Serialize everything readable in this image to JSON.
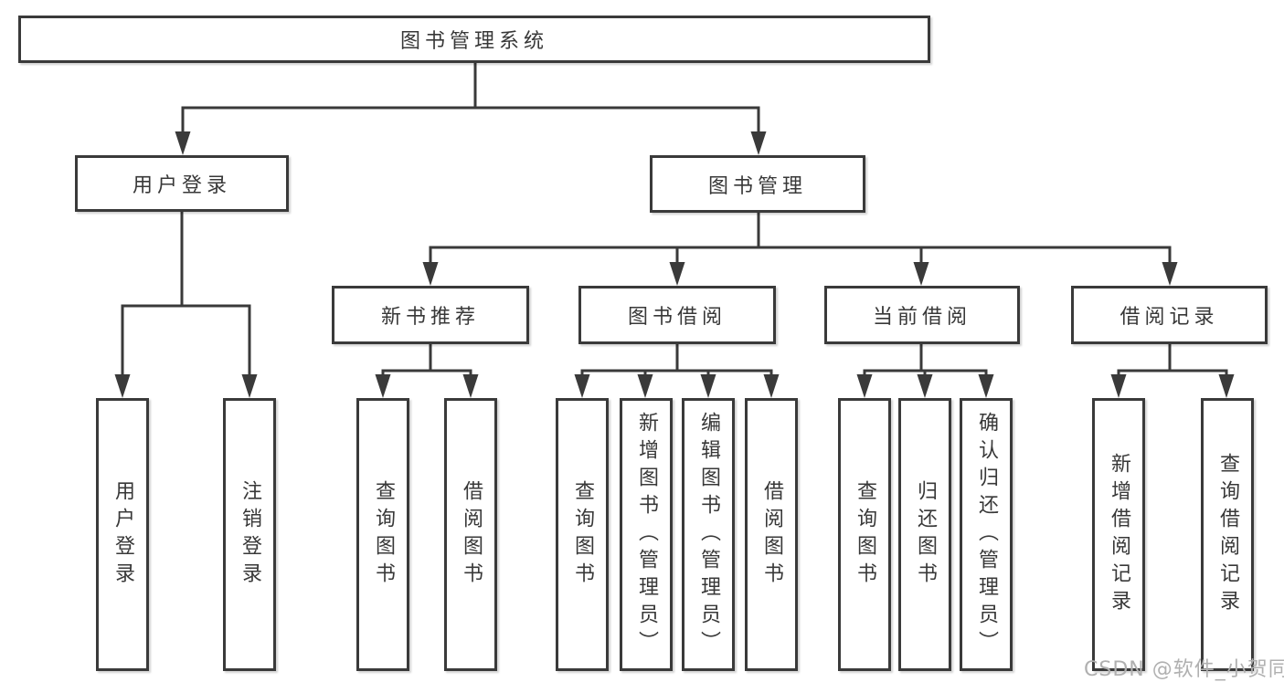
{
  "diagram": {
    "root": "图书管理系统",
    "children": [
      {
        "label": "用户登录",
        "children": [
          "用户登录",
          "注销登录"
        ]
      },
      {
        "label": "图书管理",
        "children": [
          {
            "label": "新书推荐",
            "children": [
              "查询图书",
              "借阅图书"
            ]
          },
          {
            "label": "图书借阅",
            "children": [
              "查询图书",
              "新增图书（管理员）",
              "编辑图书（管理员）",
              "借阅图书"
            ]
          },
          {
            "label": "当前借阅",
            "children": [
              "查询图书",
              "归还图书",
              "确认归还（管理员）"
            ]
          },
          {
            "label": "借阅记录",
            "children": [
              "新增借阅记录",
              "查询借阅记录"
            ]
          }
        ]
      }
    ]
  },
  "watermark": {
    "text": "CSDN @软件_小贺同学"
  },
  "colors": {
    "line": "#3a3a3a",
    "border": "#3a3a3a",
    "text": "#383838",
    "background": "#ffffff",
    "watermark": "#b0b0b0"
  }
}
